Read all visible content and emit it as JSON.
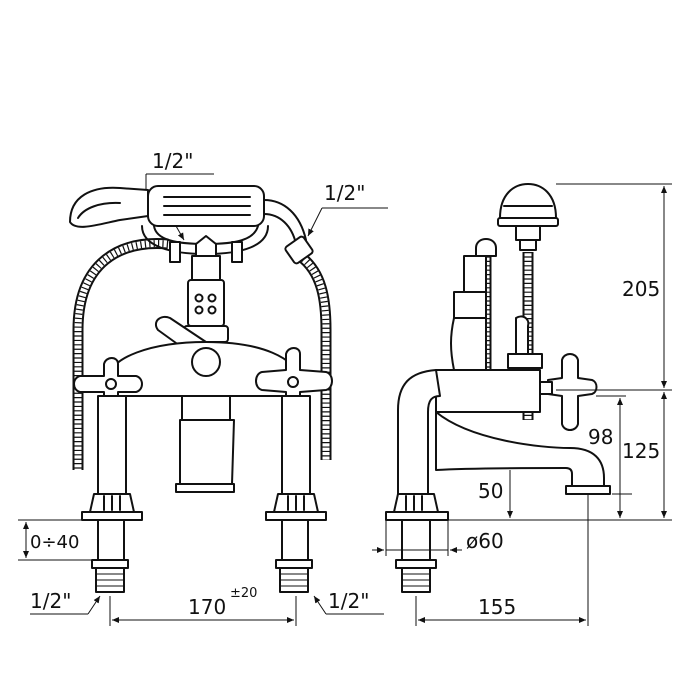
{
  "front_view": {
    "thread_handshower": "1/2\"",
    "thread_hose": "1/2\"",
    "height_adjust": "0÷40",
    "thread_left": "1/2\"",
    "thread_right": "1/2\"",
    "center_distance": "170",
    "center_tolerance": "±20"
  },
  "side_view": {
    "height_total": "205",
    "height_spout": "125",
    "height_handle": "98",
    "height_outlet": "50",
    "base_diameter": "ø60",
    "projection": "155"
  }
}
